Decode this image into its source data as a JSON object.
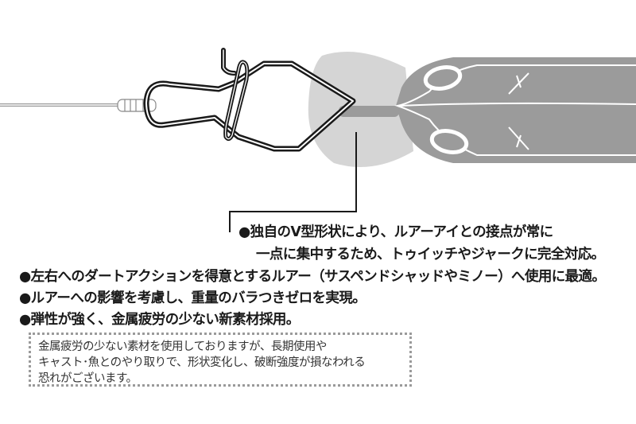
{
  "colors": {
    "line": "#1a1a1a",
    "lure_body": "#9b9b9b",
    "lip": "#d5d5d5",
    "note_border": "#9a9a9a"
  },
  "callout": {
    "line1": "●独自のV型形状により、ルアーアイとの接点が常に",
    "line2": "一点に集中するため、トゥイッチやジャークに完全対応。"
  },
  "features": [
    "●左右へのダートアクションを得意とするルアー（サスペンドシャッドやミノー）へ使用に最適。",
    "●ルアーへの影響を考慮し、重量のバラつきゼロを実現。",
    "●弾性が強く、金属疲労の少ない新素材採用。"
  ],
  "note": {
    "lines": [
      "金属疲労の少ない素材を使用しておりますが、長期使用や",
      "キャスト･魚とのやり取りで、形状変化し、破断強度が損なわれる",
      "恐れがございます。"
    ]
  }
}
